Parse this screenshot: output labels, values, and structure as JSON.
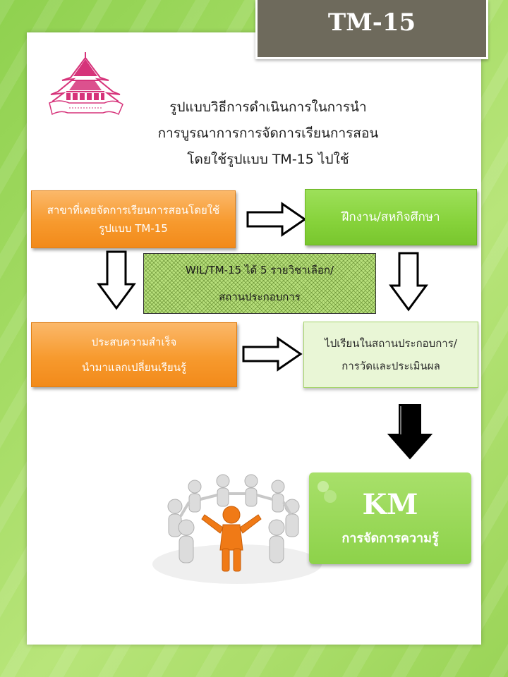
{
  "header": {
    "title": "TM-15"
  },
  "title_lines": [
    "รูปแบบวิธีการดำเนินการในการนำ",
    "การบูรณาการการจัดการเรียนการสอน",
    "โดยใช้รูปแบบ TM-15  ไปใช้"
  ],
  "boxes": {
    "departments": [
      "สาขาที่เคยจัดการเรียนการสอนโดยใช้",
      "รูปแบบ TM-15"
    ],
    "internship": "ฝึกงาน/สหกิจศึกษา",
    "wil": [
      "WIL/TM-15 ได้ 5 รายวิชาเลือก/",
      "สถานประกอบการ"
    ],
    "success": [
      "ประสบความสำเร็จ",
      "นำมาแลกเปลี่ยนเรียนรู้"
    ],
    "workplace": [
      "ไปเรียนในสถานประกอบการ/",
      "การวัดและประเมินผล"
    ]
  },
  "km": {
    "title": "KM",
    "subtitle": "การจัดการความรู้"
  },
  "colors": {
    "orange": "#f79a2e",
    "green": "#86d23a",
    "light_green": "#e9f6d6",
    "header_bg": "#6e6a5c",
    "logo_pink": "#d6337a"
  }
}
